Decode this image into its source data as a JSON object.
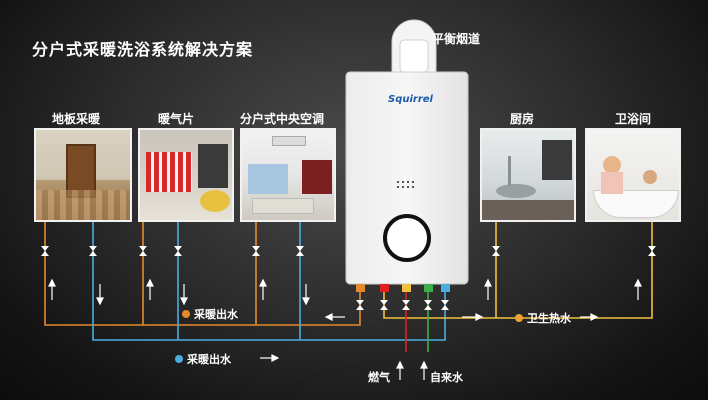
{
  "title": "分户式采暖洗浴系统解决方案",
  "flue_label": "平衡烟道",
  "brand": "Squirrel",
  "rooms": [
    {
      "label": "地板采暖"
    },
    {
      "label": "暖气片"
    },
    {
      "label": "分户式中央空调"
    },
    {
      "label": "厨房"
    },
    {
      "label": "卫浴间"
    }
  ],
  "legend": {
    "heating_out_top": "采暖出水",
    "hot_water": "卫生热水",
    "heating_out_bottom": "采暖出水"
  },
  "inputs": {
    "gas": "燃气",
    "tap_water": "自来水"
  },
  "colors": {
    "heating_supply": "#e58a2a",
    "heating_return": "#4aaee0",
    "domestic_hot": "#f0c040",
    "gas": "#e02020",
    "cold_water": "#3db04a",
    "background": "#1e1e1e"
  }
}
